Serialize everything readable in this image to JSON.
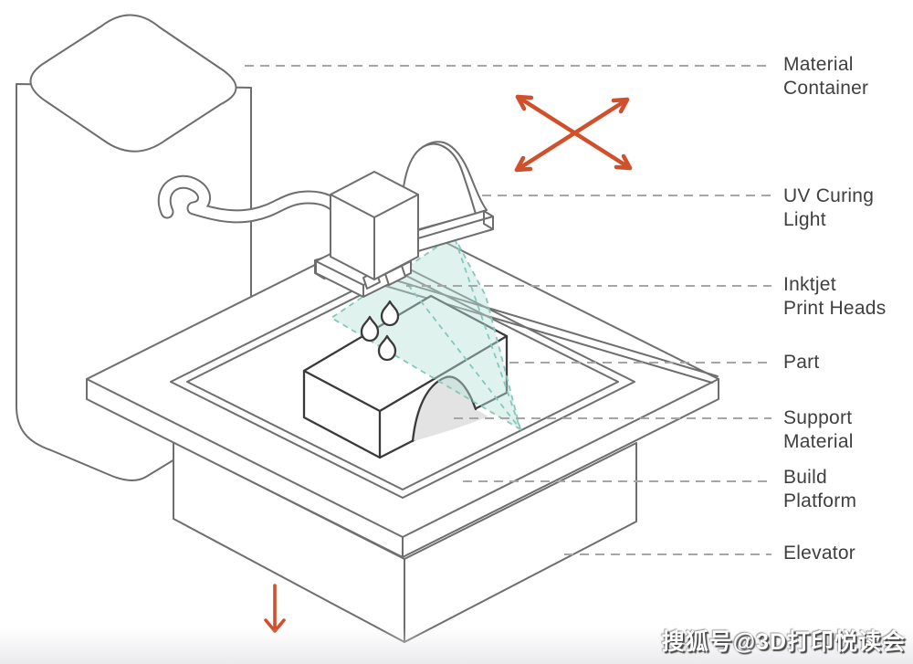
{
  "labels": [
    {
      "id": "material-container",
      "line1": "Material",
      "line2": "Container"
    },
    {
      "id": "uv-curing-light",
      "line1": "UV Curing",
      "line2": "Light"
    },
    {
      "id": "inkjet-print-heads",
      "line1": "Inktjet",
      "line2": "Print Heads"
    },
    {
      "id": "part",
      "line1": "Part"
    },
    {
      "id": "support-material",
      "line1": "Support",
      "line2": "Material"
    },
    {
      "id": "build-platform",
      "line1": "Build",
      "line2": "Platform"
    },
    {
      "id": "elevator",
      "line1": "Elevator"
    }
  ],
  "icons": {
    "xy_axes": "crossed-double-arrows-icon",
    "z_axis": "down-arrow-icon"
  },
  "watermark": {
    "text": "搜狐号@3D打印悦读会"
  },
  "colors": {
    "line": "#6e6e6e",
    "line-dark": "#3a3a3a",
    "leader": "#a6a6a6",
    "accent": "#d0502b",
    "teal": "#85c7ba",
    "teal-fill": "#b9e2d9",
    "support": "#e3e3e3",
    "label": "#3f3f3f",
    "watermark": "#ffffff"
  }
}
